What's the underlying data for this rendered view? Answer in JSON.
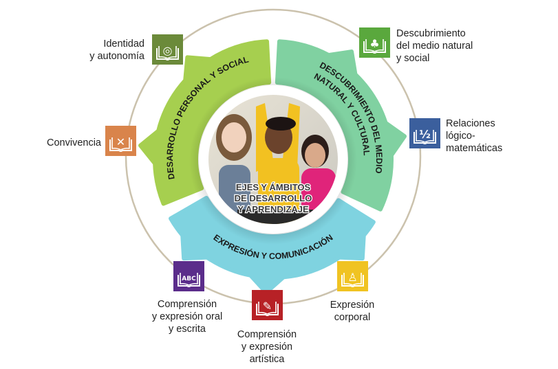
{
  "center": {
    "lines": [
      "EJES Y ÁMBITOS",
      "DE DESARROLLO",
      "Y APRENDIZAJE"
    ]
  },
  "axes": [
    {
      "id": "personal-social",
      "lines": [
        "DESARROLLO PERSONAL Y SOCIAL"
      ],
      "color": "#a6cf4f"
    },
    {
      "id": "natural-cultural",
      "lines": [
        "DESCUBRIMIENTO DEL MEDIO",
        "NATURAL Y CULTURAL"
      ],
      "color": "#80d1a1"
    },
    {
      "id": "expresion-comunicacion",
      "lines": [
        "EXPRESIÓN Y COMUNICACIÓN"
      ],
      "color": "#7fd3e0"
    }
  ],
  "areas": [
    {
      "id": "identidad",
      "lines": [
        "Identidad",
        "y autonomía"
      ],
      "color": "#6b8a3a",
      "icon": "fingerprint-book-icon"
    },
    {
      "id": "convivencia",
      "lines": [
        "Convivencia"
      ],
      "color": "#d9844b",
      "icon": "handshake-book-icon"
    },
    {
      "id": "medio",
      "lines": [
        "Descubrimiento",
        "del medio natural",
        "y social"
      ],
      "color": "#5aa83d",
      "icon": "tree-book-icon"
    },
    {
      "id": "logico",
      "lines": [
        "Relaciones",
        "lógico-",
        "matemáticas"
      ],
      "color": "#3b5f9d",
      "icon": "math-book-icon"
    },
    {
      "id": "oral",
      "lines": [
        "Comprensión",
        "y expresión oral",
        "y escrita"
      ],
      "color": "#5b2d8b",
      "icon": "abc-book-icon"
    },
    {
      "id": "artistica",
      "lines": [
        "Comprensión",
        "y expresión",
        "artística"
      ],
      "color": "#b72126",
      "icon": "palette-book-icon"
    },
    {
      "id": "corporal",
      "lines": [
        "Expresión",
        "corporal"
      ],
      "color": "#f0c322",
      "icon": "runner-book-icon"
    }
  ],
  "ring_color": "#cbc2ad"
}
